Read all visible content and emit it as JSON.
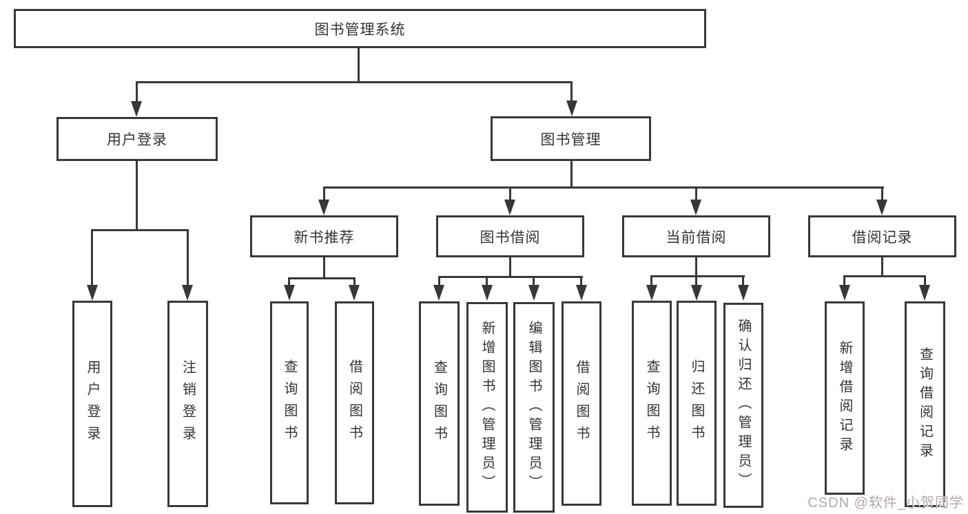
{
  "tree": {
    "root": {
      "label": "图书管理系统"
    },
    "branches": [
      {
        "label": "用户登录",
        "children": [
          {
            "label": "用户登录"
          },
          {
            "label": "注销登录"
          }
        ]
      },
      {
        "label": "图书管理",
        "children": [
          {
            "label": "新书推荐",
            "children": [
              {
                "label": "查询图书"
              },
              {
                "label": "借阅图书"
              }
            ]
          },
          {
            "label": "图书借阅",
            "children": [
              {
                "label": "查询图书"
              },
              {
                "label": "新增图书（管理员）"
              },
              {
                "label": "编辑图书（管理员）"
              },
              {
                "label": "借阅图书"
              }
            ]
          },
          {
            "label": "当前借阅",
            "children": [
              {
                "label": "查询图书"
              },
              {
                "label": "归还图书"
              },
              {
                "label": "确认归还（管理员）"
              }
            ]
          },
          {
            "label": "借阅记录",
            "children": [
              {
                "label": "新增借阅记录"
              },
              {
                "label": "查询借阅记录"
              }
            ]
          }
        ]
      }
    ]
  },
  "watermark": {
    "text": "CSDN @软件_小贺同学"
  },
  "colors": {
    "line": "#383838",
    "text": "#333333",
    "background": "#ffffff",
    "watermark": "#b4a9a9"
  }
}
